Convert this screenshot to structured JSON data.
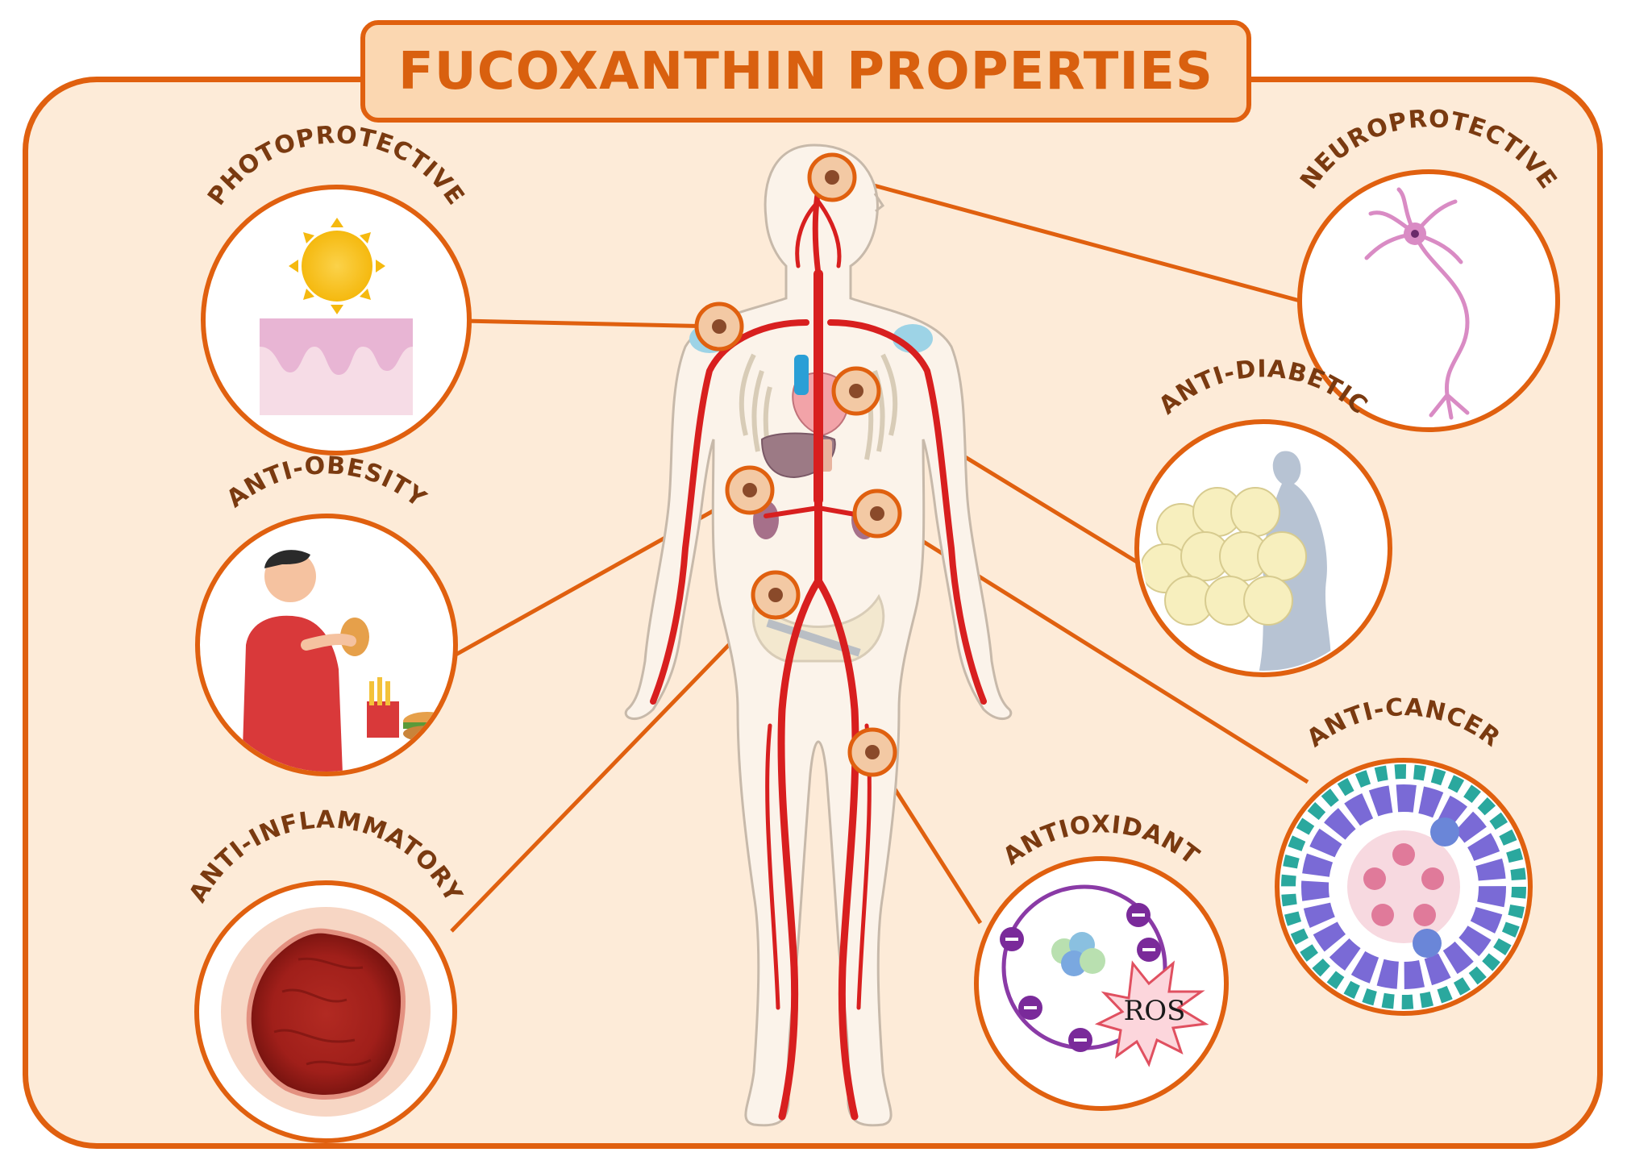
{
  "title": "FUCOXANTHIN PROPERTIES",
  "properties": [
    {
      "id": "photoprotective",
      "label": "PHOTOPROTECTIVE"
    },
    {
      "id": "neuroprotective",
      "label": "NEUROPROTECTIVE"
    },
    {
      "id": "anti-diabetic",
      "label": "ANTI-DIABETIC"
    },
    {
      "id": "anti-obesity",
      "label": "ANTI-OBESITY"
    },
    {
      "id": "anti-cancer",
      "label": "ANTI-CANCER"
    },
    {
      "id": "antioxidant",
      "label": "ANTIOXIDANT"
    },
    {
      "id": "anti-inflammatory",
      "label": "ANTI-INFLAMMATORY"
    }
  ],
  "antioxidant_ros_label": "ROS",
  "colors": {
    "frame": "#e0600f",
    "background": "#fdebd8",
    "title_fill": "#fbd7b1",
    "title_text": "#d9600f",
    "label_text": "#7a3a10",
    "artery": "#d81f1f"
  }
}
